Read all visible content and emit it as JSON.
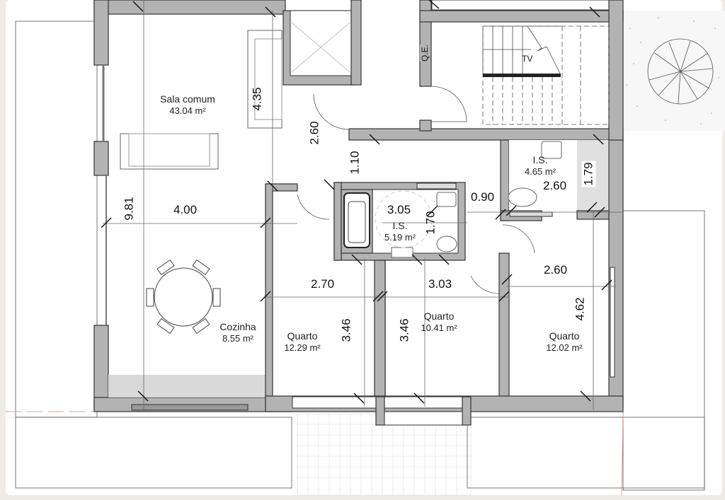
{
  "rooms": {
    "sala_comum": {
      "name": "Sala comum",
      "area": "43.04 m²"
    },
    "cozinha": {
      "name": "Cozinha",
      "area": "8.55 m²"
    },
    "is_main": {
      "name": "I.S.",
      "area": "5.19 m²"
    },
    "is_suite": {
      "name": "I.S.",
      "area": "4.65 m²"
    },
    "quarto_1": {
      "name": "Quarto",
      "area": "12.29 m²"
    },
    "quarto_2": {
      "name": "Quarto",
      "area": "10.41 m²"
    },
    "quarto_3": {
      "name": "Quarto",
      "area": "12.02 m²"
    }
  },
  "dimensions": {
    "sala_depth": "4.35",
    "hall_width": "2.60",
    "hall_gap": "1.10",
    "total_length": "9.81",
    "kitchen_width": "4.00",
    "is_width": "3.05",
    "is_depth": "1.70",
    "corridor": "0.90",
    "suite_is_width": "2.60",
    "suite_is_depth": "1.79",
    "q1_width": "2.70",
    "q1_depth": "3.46",
    "q2_depth": "3.46",
    "q2_width": "3.03",
    "q3_width": "2.60",
    "q3_depth": "4.62"
  },
  "labels": {
    "electrical_panel": "Q.E.",
    "stair_tv": "TV"
  },
  "colors": {
    "wall": "#b3b3b3",
    "background": "#efebe7",
    "floor": "#ffffff"
  }
}
